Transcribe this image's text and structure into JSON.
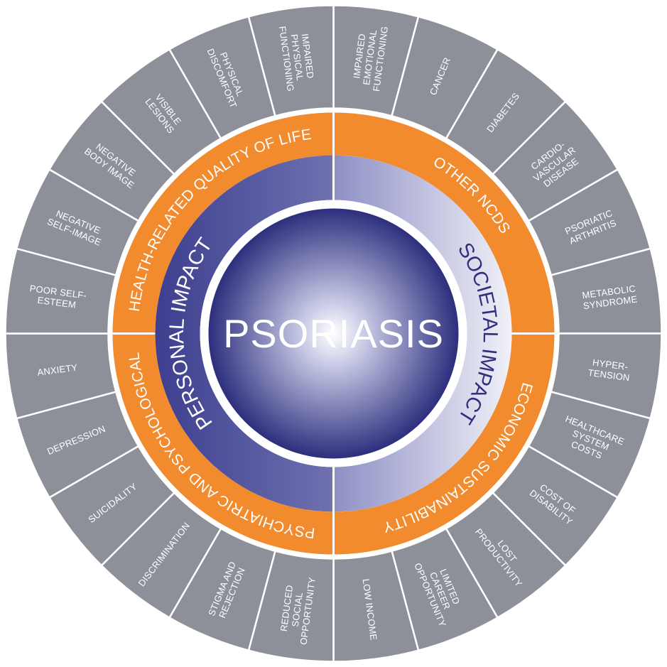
{
  "center": {
    "title": "PSORIASIS"
  },
  "impacts": {
    "personal": "PERSONAL IMPACT",
    "societal": "SOCIETAL IMPACT"
  },
  "domains": {
    "hrqol": "HEALTH-RELATED QUALITY OF LIFE",
    "other_ncds": "OTHER NCDS",
    "economic": "ECONOMIC SUSTAINABILITY",
    "psych": "PSYCHIATRIC AND PSYCHOLOGICAL"
  },
  "segments": [
    {
      "lines": [
        "IMPAIRED",
        "EMOTIONAL",
        "FUNCTIONING"
      ]
    },
    {
      "lines": [
        "CANCER"
      ]
    },
    {
      "lines": [
        "DIABETES"
      ]
    },
    {
      "lines": [
        "CARDIO-",
        "VASCULAR",
        "DISEASE"
      ]
    },
    {
      "lines": [
        "PSORIATIC",
        "ARTHRITIS"
      ]
    },
    {
      "lines": [
        "METABOLIC",
        "SYNDROME"
      ]
    },
    {
      "lines": [
        "HYPER-",
        "TENSION"
      ]
    },
    {
      "lines": [
        "HEALTHCARE",
        "SYSTEM",
        "COSTS"
      ]
    },
    {
      "lines": [
        "COST OF",
        "DISABILITY"
      ]
    },
    {
      "lines": [
        "LOST",
        "PRODUCTIVITY"
      ]
    },
    {
      "lines": [
        "LIMITED",
        "CAREER",
        "OPPORTUNITY"
      ]
    },
    {
      "lines": [
        "LOW INCOME"
      ]
    },
    {
      "lines": [
        "REDUCED",
        "SOCIAL",
        "OPPORTUNITY"
      ]
    },
    {
      "lines": [
        "STIGMA AND",
        "REJECTION"
      ]
    },
    {
      "lines": [
        "DISCRIMINATION"
      ]
    },
    {
      "lines": [
        "SUICIDALITY"
      ]
    },
    {
      "lines": [
        "DEPRESSION"
      ]
    },
    {
      "lines": [
        "ANXIETY"
      ]
    },
    {
      "lines": [
        "POOR SELF-",
        "ESTEEM"
      ]
    },
    {
      "lines": [
        "NEGATIVE",
        "SELF-IMAGE"
      ]
    },
    {
      "lines": [
        "NEGATIVE",
        "BODY IMAGE"
      ]
    },
    {
      "lines": [
        "VISIBLE",
        "LESIONS"
      ]
    },
    {
      "lines": [
        "PHYSICAL",
        "DISCOMFORT"
      ]
    },
    {
      "lines": [
        "IMPAIRED",
        "PHYSICAL",
        "FUNCTIONING"
      ]
    }
  ],
  "colors": {
    "segment_fill": "#8e9099",
    "orange": "#f28a2e",
    "personal_dark": "#3d3f8f",
    "personal_light": "#6f71b0",
    "societal_dark": "#8d8fc4",
    "societal_light": "#f1f1f8",
    "societal_text": "#2f3180",
    "center_dark": "#2d2f7e",
    "center_light": "#ffffff",
    "divider": "#ffffff"
  }
}
